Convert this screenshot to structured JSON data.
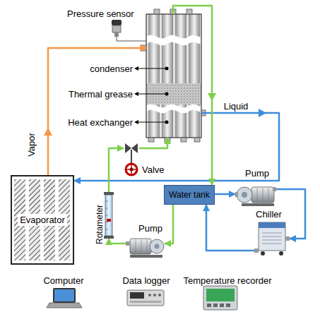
{
  "diagram": {
    "nodes": [
      {
        "text": [
          "Pressure sensor"
        ]
      },
      {
        "text": [
          "condenser",
          "Thermal grease",
          "Heat exchanger"
        ]
      },
      {
        "text": [
          "Valve"
        ]
      },
      {
        "text": [
          "Pump"
        ]
      },
      {
        "text": [
          "Water tank"
        ]
      },
      {
        "text": [
          "Evaporator"
        ]
      },
      {
        "text": [
          "Chiller"
        ]
      },
      {
        "text": [
          "Rotameter"
        ]
      },
      {
        "text": [
          "Pump"
        ]
      }
    ],
    "edges": [
      {
        "from": 0,
        "to": 1,
        "arrow": "none"
      },
      {
        "from": 5,
        "to": 1,
        "arrow": "to",
        "label": "Vapor"
      },
      {
        "from": 1,
        "to": 5,
        "arrow": "to",
        "label": "Liquid"
      },
      {
        "from": 1,
        "to": 4,
        "arrow": "to"
      },
      {
        "from": 4,
        "to": 8,
        "arrow": "to"
      },
      {
        "from": 8,
        "to": 7,
        "arrow": "to"
      },
      {
        "from": 7,
        "to": 2,
        "arrow": "to"
      },
      {
        "from": 2,
        "to": 1,
        "arrow": "to"
      },
      {
        "from": 4,
        "to": 3,
        "arrow": "to"
      },
      {
        "from": 3,
        "to": 6,
        "arrow": "to"
      },
      {
        "from": 6,
        "to": 4,
        "arrow": "to"
      }
    ],
    "labels": [
      "Computer",
      "Data logger",
      "Temperature recorder"
    ]
  }
}
